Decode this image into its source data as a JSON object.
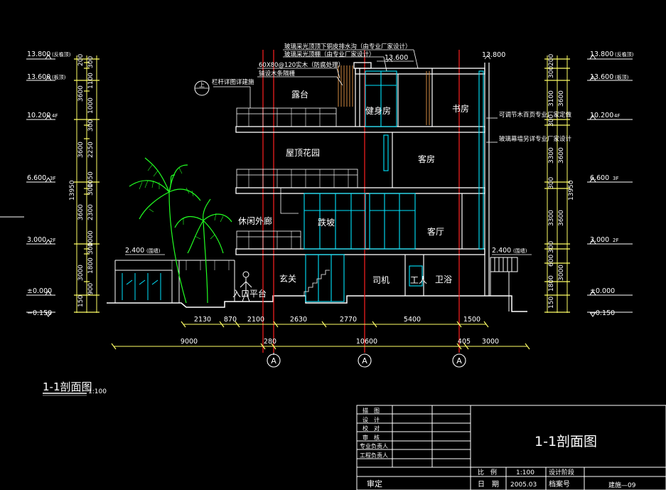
{
  "colors": {
    "background": "#000000",
    "structure": "#ffffff",
    "dimension": "#ffff66",
    "axis": "#ff2020",
    "glass": "#00e5ff",
    "vegetation": "#22ff22",
    "leader": "#ffffff"
  },
  "elevations_left": {
    "roof_parapet": "13.800",
    "roof_parapet_note": "(反檐顶)",
    "roof_slab": "13.600",
    "roof_slab_note": "(板顶)",
    "floor3": "10.200",
    "floor3_note": "4F",
    "floor2": "6.600",
    "floor2_note": "3F",
    "floor1": "3.000",
    "floor1_note": "2F",
    "yard_wall": "2.400",
    "yard_wall_note": "(围墙)",
    "ground": "±0.000",
    "outdoor": "−0.150"
  },
  "elevations_right": {
    "roof_parapet": "13.800",
    "roof_parapet_note": "(反檐顶)",
    "roof_slab": "13.600",
    "roof_slab_note": "(板顶)",
    "floor3": "10.200",
    "floor3_note": "4F",
    "floor2": "6.600",
    "floor2_note": "3F",
    "floor1": "3.000",
    "floor1_note": "2F",
    "yard_wall": "2.400",
    "yard_wall_note": "(围墙)",
    "ground": "±0.000",
    "outdoor": "−0.150"
  },
  "top_levels": {
    "skylight_top": "13.600",
    "parapet_top": "13.800"
  },
  "vertical_dims_left": {
    "inner": [
      "200",
      "300",
      "3600",
      "1100",
      "1000",
      "300",
      "2250",
      "3600",
      "1050",
      "300",
      "2300",
      "3600",
      "1000",
      "300",
      "1800",
      "3000",
      "900",
      "150"
    ],
    "overall": "13950"
  },
  "vertical_dims_right": {
    "inner": [
      "200",
      "300",
      "3100",
      "3600",
      "300",
      "3300",
      "3600",
      "300",
      "3300",
      "3600",
      "300",
      "600",
      "1800",
      "3000",
      "150"
    ],
    "overall": "13950"
  },
  "horizontal_dims": {
    "segments": [
      "2130",
      "870",
      "2100",
      "2630",
      "2770",
      "5400",
      "1500"
    ],
    "overall": [
      "9000",
      "280",
      "10600",
      "405",
      "3000"
    ]
  },
  "axes": [
    "A",
    "A",
    "A"
  ],
  "rooms": {
    "terrace": "露台",
    "gym": "健身房",
    "study": "书房",
    "roof_garden": "屋顶花园",
    "guest_room": "客房",
    "leisure_deck": "休闲外廊",
    "stair": "跌坡",
    "living": "客厅",
    "foyer": "玄关",
    "driver": "司机",
    "maid": "工人",
    "bath": "卫浴",
    "entry_deck": "入口平台"
  },
  "annotations": {
    "note1": "玻璃采光顶顶下铜皮排水沟（由专业厂家设计）",
    "note2": "玻璃采光顶棚（由专业厂家设计）",
    "note3": "60X80@120实木（防腐处理）",
    "note4": "铺设木条隔栅",
    "note5": "栏杆详图详建施",
    "note_right1": "可调节木百页专业厂家定做",
    "note_right2": "玻璃幕墙另详专业厂家设计",
    "callout_index": "上"
  },
  "title_main": {
    "label": "1-1剖面图",
    "scale": "1:100"
  },
  "title_block": {
    "rows": [
      "描　图",
      "设　计",
      "校　对",
      "审　核",
      "专业负责人",
      "工程负责人"
    ],
    "approve": "审定",
    "drawing_name": "1-1剖面图",
    "scale_label": "比　例",
    "scale_value": "1:100",
    "stage_label": "设计阶段",
    "date_label": "日　期",
    "date_value": "2005.03",
    "archive_label": "档案号",
    "sheet_no": "建施—09"
  }
}
